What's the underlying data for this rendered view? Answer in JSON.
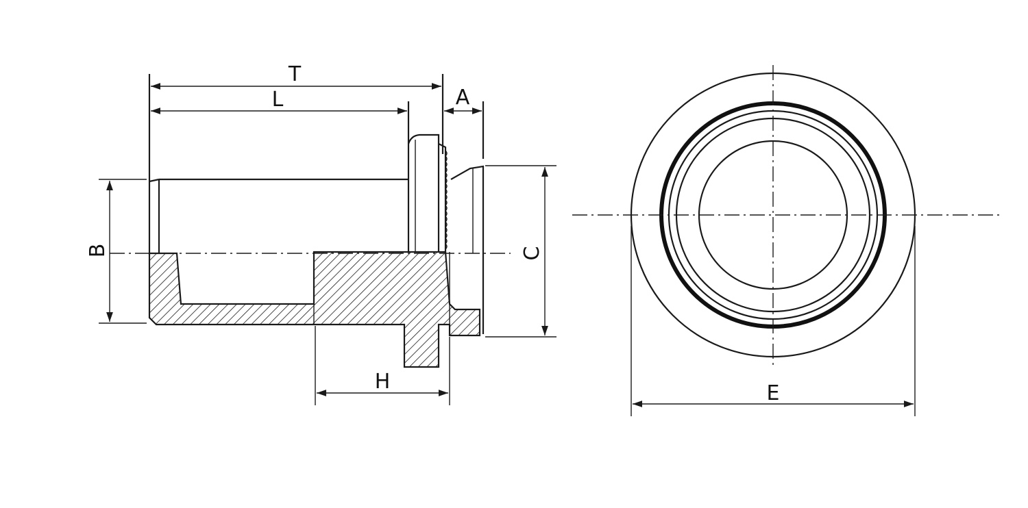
{
  "dimension_labels": {
    "T": "T",
    "L": "L",
    "A": "A",
    "B": "B",
    "C": "C",
    "H": "H",
    "E": "E"
  }
}
